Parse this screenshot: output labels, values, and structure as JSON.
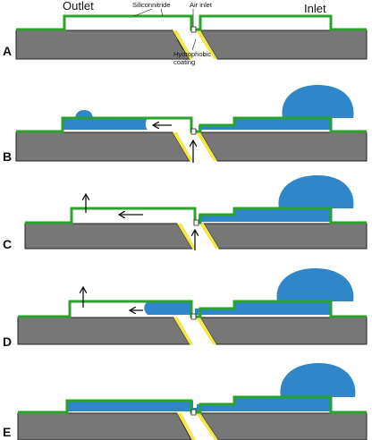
{
  "labels": {
    "outlet": "Outlet",
    "inlet": "Inlet",
    "siliconnitride": "Siliconnitride",
    "air_inlet": "Air  inlet",
    "hydrophobic_line1": "Hydrophobic",
    "hydrophobic_line2": "coating"
  },
  "panels": [
    "A",
    "B",
    "C",
    "D",
    "E"
  ],
  "colors": {
    "substrate": "#777777",
    "membrane": "#2aa32a",
    "water": "#2f86c8",
    "coating": "#f2e64a",
    "arrow": "#111111"
  }
}
